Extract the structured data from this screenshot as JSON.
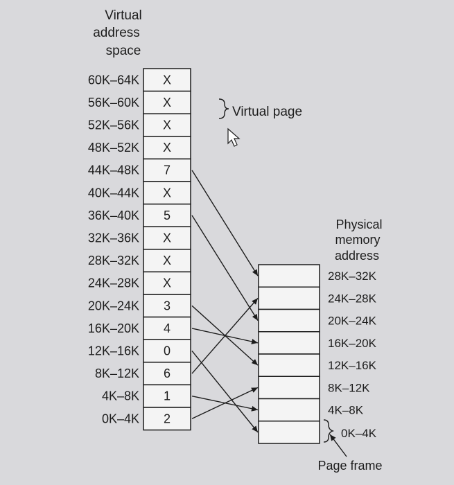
{
  "virtual_title_lines": [
    "Virtual",
    "address",
    "space"
  ],
  "virtual_ranges": [
    "60K–64K",
    "56K–60K",
    "52K–56K",
    "48K–52K",
    "44K–48K",
    "40K–44K",
    "36K–40K",
    "32K–36K",
    "28K–32K",
    "24K–28K",
    "20K–24K",
    "16K–20K",
    "12K–16K",
    "8K–12K",
    "4K–8K",
    "0K–4K"
  ],
  "page_entries": [
    "X",
    "X",
    "X",
    "X",
    "7",
    "X",
    "5",
    "X",
    "X",
    "X",
    "3",
    "4",
    "0",
    "6",
    "1",
    "2"
  ],
  "virtual_page_label": "Virtual page",
  "physical_title_lines": [
    "Physical",
    "memory",
    "address"
  ],
  "physical_ranges": [
    "28K–32K",
    "24K–28K",
    "20K–24K",
    "16K–20K",
    "12K–16K",
    "8K–12K",
    "4K–8K",
    "0K–4K"
  ],
  "page_frame_label": "Page frame",
  "colors": {
    "background": "#d9d9dc",
    "ink": "#1c1c1c",
    "cell_fill": "#f4f4f4"
  }
}
